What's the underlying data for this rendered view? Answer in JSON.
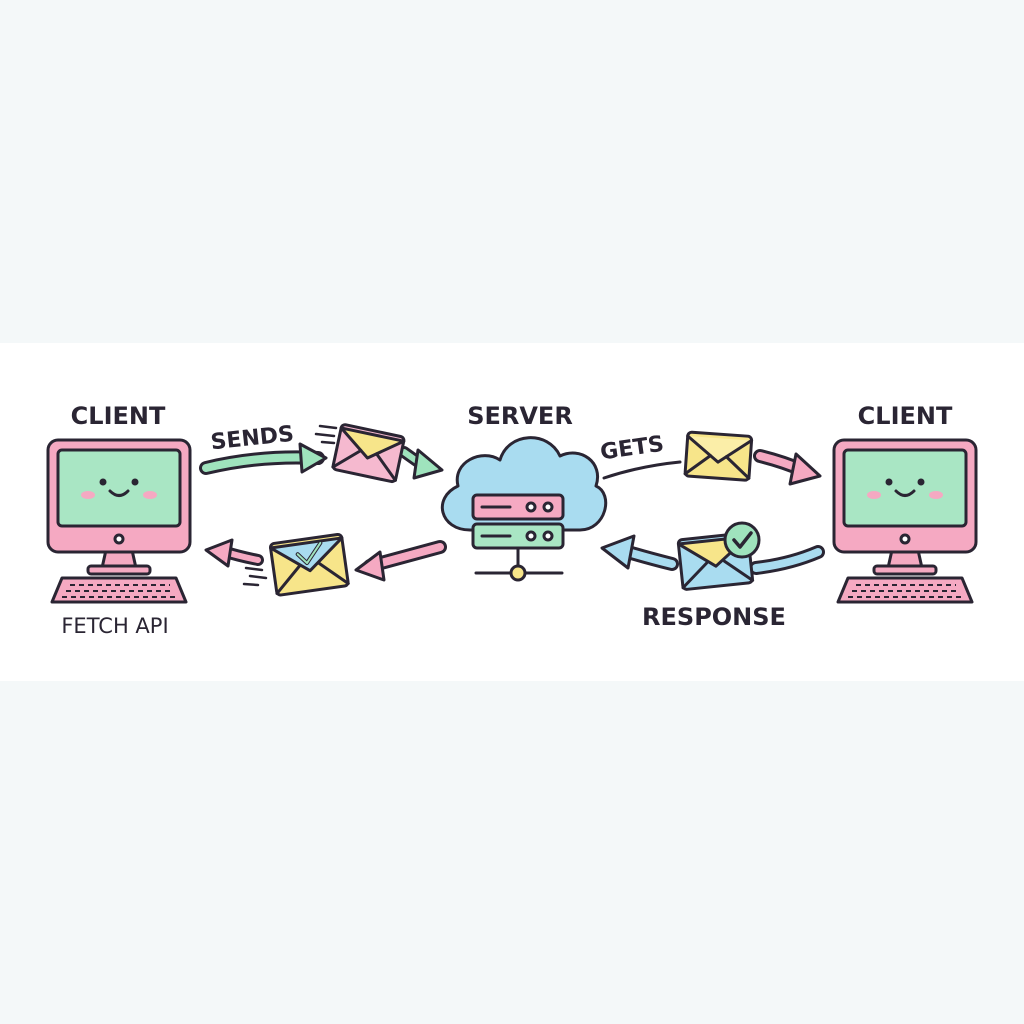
{
  "labels": {
    "client_left": "CLIENT",
    "client_right": "CLIENT",
    "server": "SERVER",
    "sends": "SENDS",
    "gets": "GETS",
    "fetch_api": "FETCH API",
    "response": "RESPONSE"
  },
  "colors": {
    "background": "#f4f8f9",
    "band": "#ffffff",
    "outline": "#2a2533",
    "monitor_frame": "#f5a9c2",
    "screen": "#a9e6c4",
    "keyboard": "#f5a9c2",
    "cloud": "#a9dcf0",
    "server_box": "#f5a9c2",
    "arrow_green": "#9fe3bd",
    "arrow_pink": "#f5a9c2",
    "arrow_blue": "#a9dcf0",
    "envelope_yellow": "#f7e58a",
    "envelope_pink": "#f5b9cf",
    "envelope_blue": "#a9dcf0",
    "check_green": "#9fe3bd"
  },
  "icons": {
    "client_left": "smiling-computer-icon",
    "client_right": "smiling-computer-icon",
    "server": "cloud-server-icon",
    "envelopes": [
      "envelope-icon",
      "envelope-check-icon",
      "envelope-icon",
      "envelope-check-icon"
    ]
  }
}
